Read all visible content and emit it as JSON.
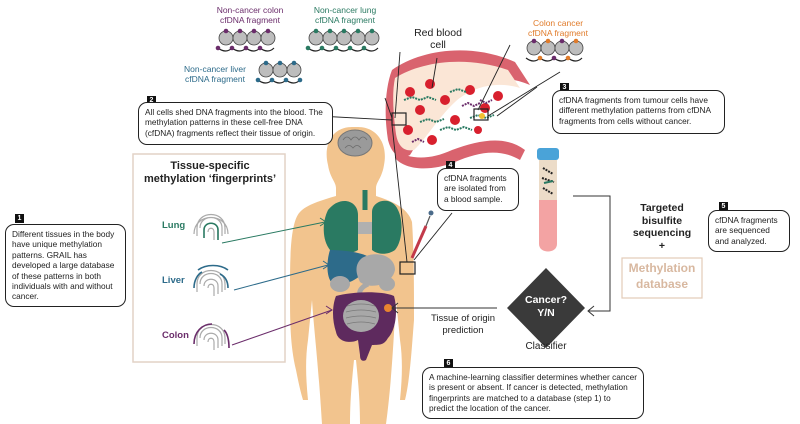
{
  "fragments": {
    "noncancer_colon": {
      "label_line1": "Non-cancer colon",
      "label_line2": "cfDNA fragment",
      "color": "#6b2d6b"
    },
    "noncancer_lung": {
      "label_line1": "Non-cancer lung",
      "label_line2": "cfDNA fragment",
      "color": "#2a7a62"
    },
    "noncancer_liver": {
      "label_line1": "Non-cancer liver",
      "label_line2": "cfDNA fragment",
      "color": "#2d6b8a"
    },
    "colon_cancer": {
      "label_line1": "Colon cancer",
      "label_line2": "cfDNA fragment",
      "color": "#e07b2a"
    }
  },
  "red_blood_cell": {
    "line1": "Red blood",
    "line2": "cell"
  },
  "steps": [
    {
      "num": "1",
      "text": "Different tissues in the body have unique methylation patterns. GRAIL has developed a large database of these patterns in both individuals with and without cancer."
    },
    {
      "num": "2",
      "text": "All cells shed DNA fragments into the blood. The methylation patterns in these cell-free DNA (cfDNA) fragments reflect their tissue of origin."
    },
    {
      "num": "3",
      "text": "cfDNA fragments from tumour cells have different methylation patterns from cfDNA fragments from cells without cancer."
    },
    {
      "num": "4",
      "text": "cfDNA fragments are isolated from a blood sample."
    },
    {
      "num": "5",
      "text": "cfDNA fragments are sequenced and analyzed."
    },
    {
      "num": "6",
      "text": "A machine-learning classifier determines whether cancer is present or absent. If cancer is detected, methylation fingerprints are matched to a database (step 1) to predict the location of the cancer."
    }
  ],
  "fingerprints": {
    "title_line1": "Tissue-specific",
    "title_line2": "methylation ‘fingerprints’",
    "items": [
      {
        "label": "Lung",
        "color": "#2a7a62"
      },
      {
        "label": "Liver",
        "color": "#2d6b8a"
      },
      {
        "label": "Colon",
        "color": "#6b2d6b"
      }
    ]
  },
  "sequencing": {
    "line1": "Targeted",
    "line2": "bisulfite",
    "line3": "sequencing",
    "plus": "+",
    "db_line1": "Methylation",
    "db_line2": "database",
    "db_color": "#d8b8a0"
  },
  "classifier": {
    "diamond_line1": "Cancer?",
    "diamond_line2": "Y/N",
    "label": "Classifier",
    "prediction_line1": "Tissue of origin",
    "prediction_line2": "prediction"
  },
  "colors": {
    "skin": "#f2c48e",
    "lung": "#2a7a62",
    "liver": "#2d6b8a",
    "colon": "#5e2a5e",
    "organ_grey": "#a8a8a8",
    "vessel": "#d9636e",
    "tumour": "#e8842f",
    "diamond": "#3a3a3a",
    "fp_box_border": "#e2d2c6"
  }
}
